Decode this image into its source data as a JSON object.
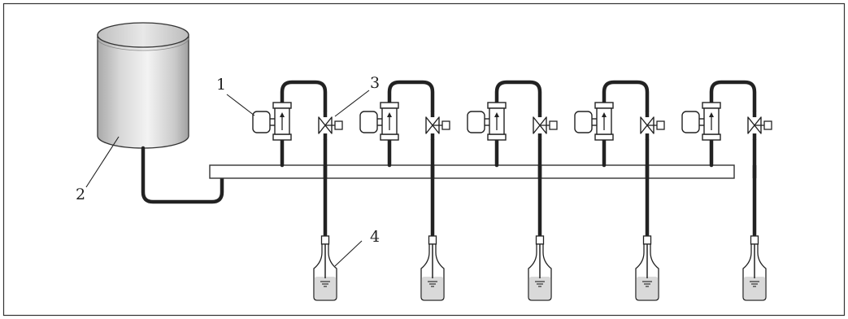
{
  "figure": {
    "callouts": [
      {
        "id": "1",
        "text": "1"
      },
      {
        "id": "2",
        "text": "2"
      },
      {
        "id": "3",
        "text": "3"
      },
      {
        "id": "4",
        "text": "4"
      }
    ],
    "filling_line_count": 5
  },
  "colors": {
    "line": "#222222",
    "frame": "#333333",
    "tank_shade_dark": "#a8a8a8",
    "tank_shade_light": "#f2f2f2",
    "liquid": "#d6d6d6"
  }
}
